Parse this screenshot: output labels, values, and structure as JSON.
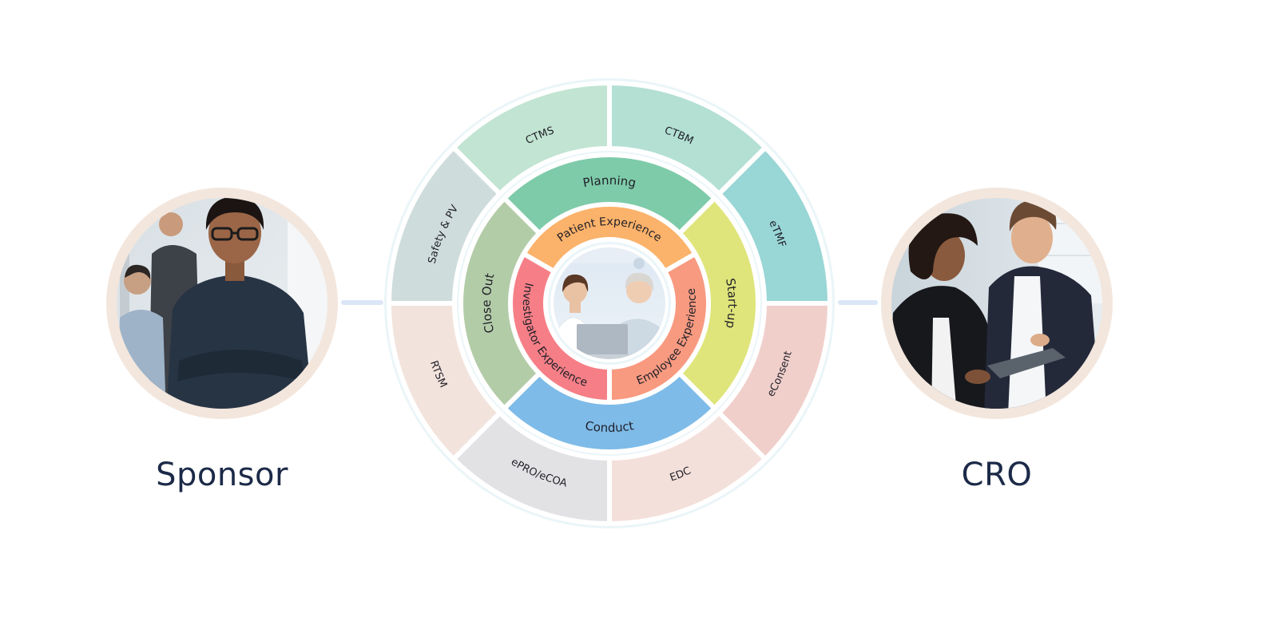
{
  "sponsor": {
    "label": "Sponsor"
  },
  "cro": {
    "label": "CRO"
  },
  "outer_ring": [
    {
      "id": "ctms",
      "label": "CTMS",
      "color": "#c2e4d2"
    },
    {
      "id": "ctbm",
      "label": "CTBM",
      "color": "#b3e0d3"
    },
    {
      "id": "etmf",
      "label": "eTMF",
      "color": "#99d6d6"
    },
    {
      "id": "econsent",
      "label": "eConsent",
      "color": "#f0cfcb"
    },
    {
      "id": "edc",
      "label": "EDC",
      "color": "#f4e0da"
    },
    {
      "id": "epro",
      "label": "ePRO/eCOA",
      "color": "#e2e2e4"
    },
    {
      "id": "rtsm",
      "label": "RTSM",
      "color": "#f2e3dc"
    },
    {
      "id": "safety",
      "label": "Safety & PV",
      "color": "#cfdcdc"
    }
  ],
  "middle_ring": [
    {
      "id": "planning",
      "label": "Planning",
      "color": "#7ecba9"
    },
    {
      "id": "startup",
      "label": "Start-up",
      "color": "#dfe57a"
    },
    {
      "id": "conduct",
      "label": "Conduct",
      "color": "#7ebbe8"
    },
    {
      "id": "closeout",
      "label": "Close Out",
      "color": "#b3cca8"
    }
  ],
  "inner_ring": [
    {
      "id": "patient",
      "label": "Patient Experience",
      "color": "#fbb26a"
    },
    {
      "id": "employee",
      "label": "Employee Experience",
      "color": "#f89a80"
    },
    {
      "id": "investigator",
      "label": "Investigator Experience",
      "color": "#f67f87"
    }
  ],
  "colors": {
    "wheel_bg": "#eaf5f8",
    "connector": "#dbe6f6",
    "photo_frame": "#f3e6dd",
    "label_text": "#1c2a48",
    "ring_text": "#1f1f28"
  }
}
